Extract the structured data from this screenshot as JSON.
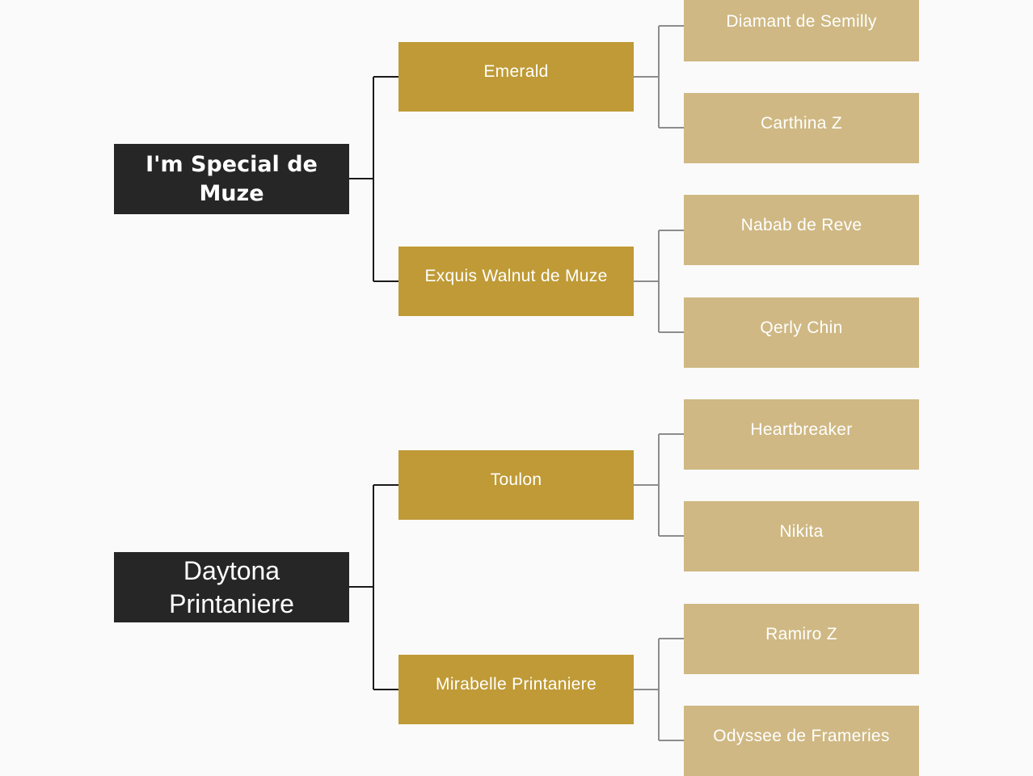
{
  "pedigree": {
    "subjects": [
      {
        "name": "I'm Special de Muze",
        "parents": [
          {
            "name": "Emerald",
            "grandparents": [
              "Diamant de Semilly",
              "Carthina Z"
            ]
          },
          {
            "name": "Exquis Walnut de Muze",
            "grandparents": [
              "Nabab de Reve",
              "Qerly Chin"
            ]
          }
        ]
      },
      {
        "name": "Daytona Printaniere",
        "parents": [
          {
            "name": "Toulon",
            "grandparents": [
              "Heartbreaker",
              "Nikita"
            ]
          },
          {
            "name": "Mirabelle Printaniere",
            "grandparents": [
              "Ramiro Z",
              "Odyssee de Frameries"
            ]
          }
        ]
      }
    ]
  },
  "colors": {
    "subject_box": "#262626",
    "parent_box": "#bf9a36",
    "grandparent_box": "#cfb883",
    "subject_connector": "#1a1a1a",
    "parent_connector": "#8c8c8c",
    "background": "#fafafa"
  }
}
